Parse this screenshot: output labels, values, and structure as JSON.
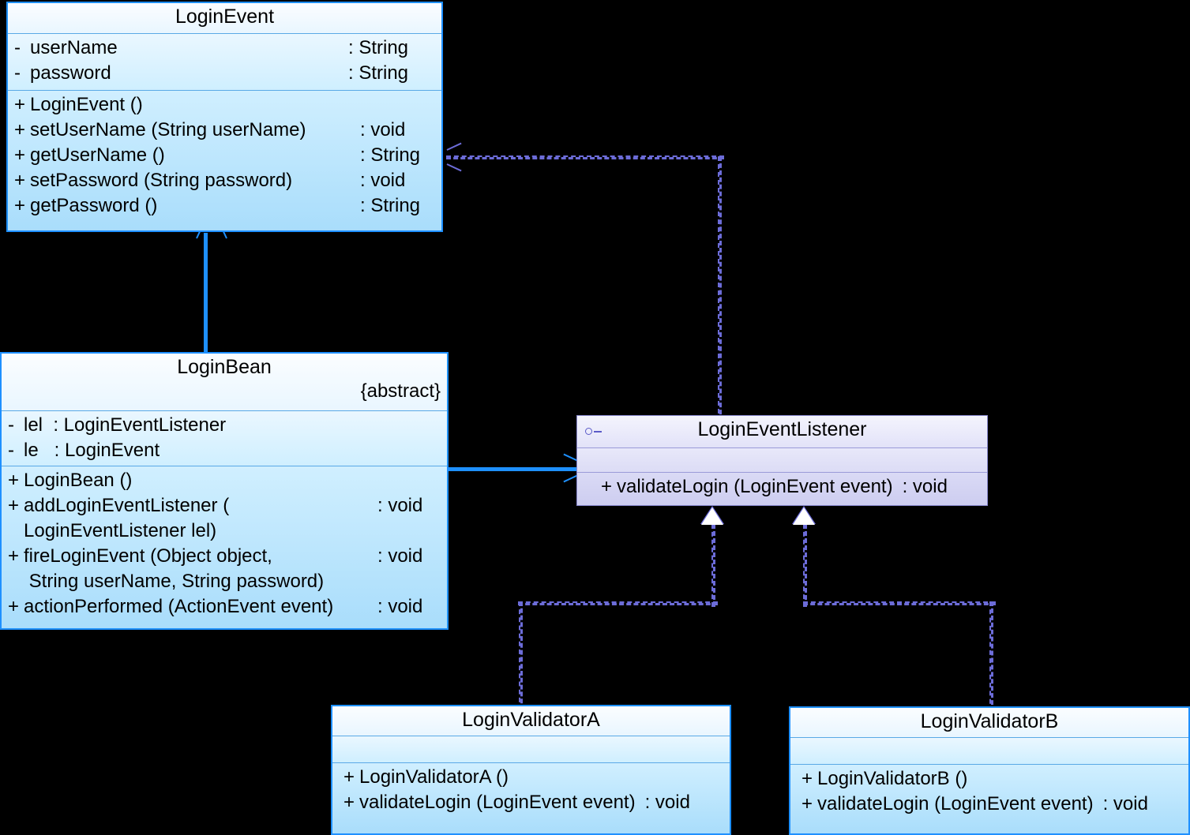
{
  "diagram": {
    "title": "UML Class Diagram",
    "background_color": "#000000",
    "class_border_color": "#1e90ff",
    "class_fill_color": "#bfe8ff",
    "interface_border_color": "#8a8ad0",
    "interface_fill_color": "#d8d8f6",
    "connector_blue": "#1e90ff",
    "connector_purple": "#6c6cd8"
  },
  "classes": {
    "login_event": {
      "name": "LoginEvent",
      "stereotype": "",
      "attributes": [
        {
          "visibility": "-",
          "signature": "userName",
          "type": ": String"
        },
        {
          "visibility": "-",
          "signature": "password",
          "type": ": String"
        }
      ],
      "operations": [
        {
          "visibility": "+",
          "signature": "LoginEvent ()",
          "type": ""
        },
        {
          "visibility": "+",
          "signature": "setUserName (String userName)",
          "type": ": void"
        },
        {
          "visibility": "+",
          "signature": "getUserName ()",
          "type": ": String"
        },
        {
          "visibility": "+",
          "signature": "setPassword (String password)",
          "type": ": void"
        },
        {
          "visibility": "+",
          "signature": "getPassword ()",
          "type": ": String"
        }
      ]
    },
    "login_bean": {
      "name": "LoginBean",
      "stereotype": "{abstract}",
      "attributes": [
        {
          "visibility": "-",
          "signature": "lel  : LoginEventListener",
          "type": ""
        },
        {
          "visibility": "-",
          "signature": "le   : LoginEvent",
          "type": ""
        }
      ],
      "operations": [
        {
          "visibility": "+",
          "signature": "LoginBean ()",
          "type": ""
        },
        {
          "visibility": "+",
          "signature": "addLoginEventListener (",
          "type": ": void"
        },
        {
          "visibility": "",
          "signature": "LoginEventListener lel)",
          "type": "",
          "continuation": true
        },
        {
          "visibility": "+",
          "signature": "fireLoginEvent (Object object,",
          "type": ": void"
        },
        {
          "visibility": "",
          "signature": " String userName, String password)",
          "type": "",
          "continuation": true
        },
        {
          "visibility": "+",
          "signature": "actionPerformed (ActionEvent event)",
          "type": ": void"
        }
      ]
    },
    "login_event_listener": {
      "name": "LoginEventListener",
      "icon": "interface-socket-icon",
      "attributes": [],
      "operations": [
        {
          "visibility": "+",
          "signature": "validateLogin (LoginEvent event)",
          "type": ": void"
        }
      ]
    },
    "login_validator_a": {
      "name": "LoginValidatorA",
      "attributes": [],
      "operations": [
        {
          "visibility": "+",
          "signature": "LoginValidatorA ()",
          "type": ""
        },
        {
          "visibility": "+",
          "signature": "validateLogin (LoginEvent event)",
          "type": ": void"
        }
      ]
    },
    "login_validator_b": {
      "name": "LoginValidatorB",
      "attributes": [],
      "operations": [
        {
          "visibility": "+",
          "signature": "LoginValidatorB ()",
          "type": ""
        },
        {
          "visibility": "+",
          "signature": "validateLogin (LoginEvent event)",
          "type": ": void"
        }
      ]
    }
  },
  "connectors": [
    {
      "id": "bean-to-event",
      "kind": "association",
      "style": "solid",
      "color": "#1e90ff",
      "from": "LoginBean",
      "to": "LoginEvent",
      "arrowhead": "open"
    },
    {
      "id": "bean-to-listener",
      "kind": "association",
      "style": "solid",
      "color": "#1e90ff",
      "from": "LoginBean",
      "to": "LoginEventListener",
      "arrowhead": "open"
    },
    {
      "id": "listener-to-event",
      "kind": "dependency",
      "style": "dashed",
      "color": "#6c6cd8",
      "from": "LoginEventListener",
      "to": "LoginEvent",
      "arrowhead": "open"
    },
    {
      "id": "validatorA-realizes-listener",
      "kind": "realization",
      "style": "dashed",
      "color": "#6c6cd8",
      "from": "LoginValidatorA",
      "to": "LoginEventListener",
      "arrowhead": "hollow-triangle"
    },
    {
      "id": "validatorB-realizes-listener",
      "kind": "realization",
      "style": "dashed",
      "color": "#6c6cd8",
      "from": "LoginValidatorB",
      "to": "LoginEventListener",
      "arrowhead": "hollow-triangle"
    }
  ]
}
